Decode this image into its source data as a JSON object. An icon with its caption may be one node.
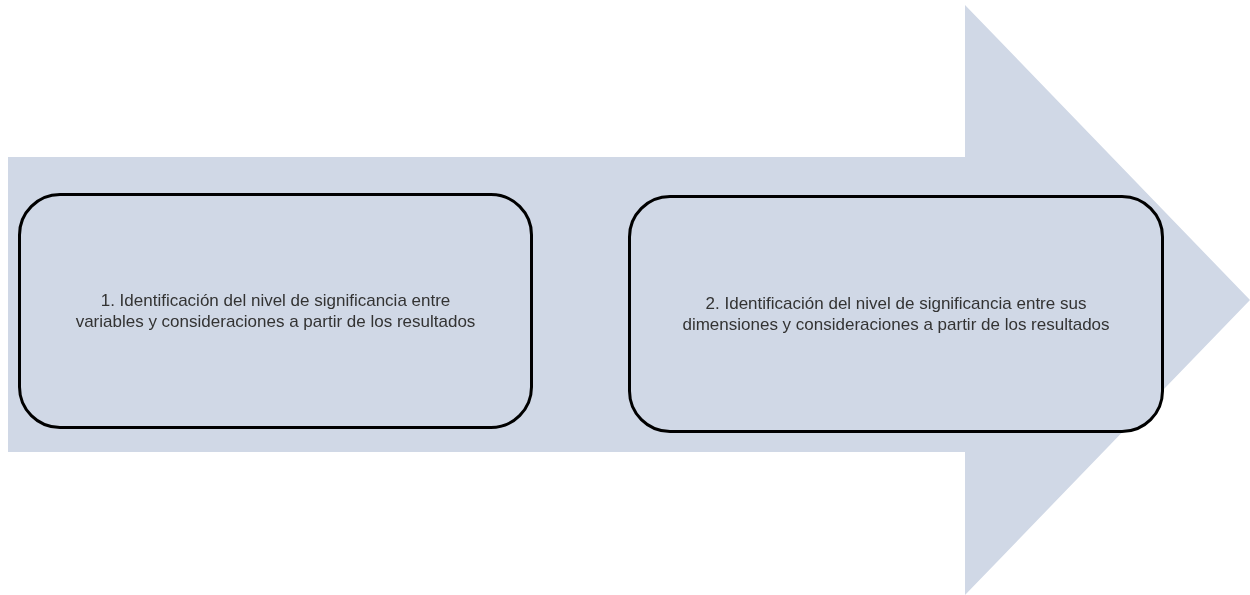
{
  "diagram": {
    "nodes": [
      {
        "text": [],
        "shape": "arrow"
      },
      {
        "text": [
          "1. Identificación del nivel de significancia entre variables y consideraciones a partir de los resultados"
        ],
        "in": 0
      },
      {
        "text": [
          "2. Identificación del nivel de significancia entre sus dimensiones y consideraciones a partir de los resultados"
        ],
        "in": 0
      }
    ]
  }
}
